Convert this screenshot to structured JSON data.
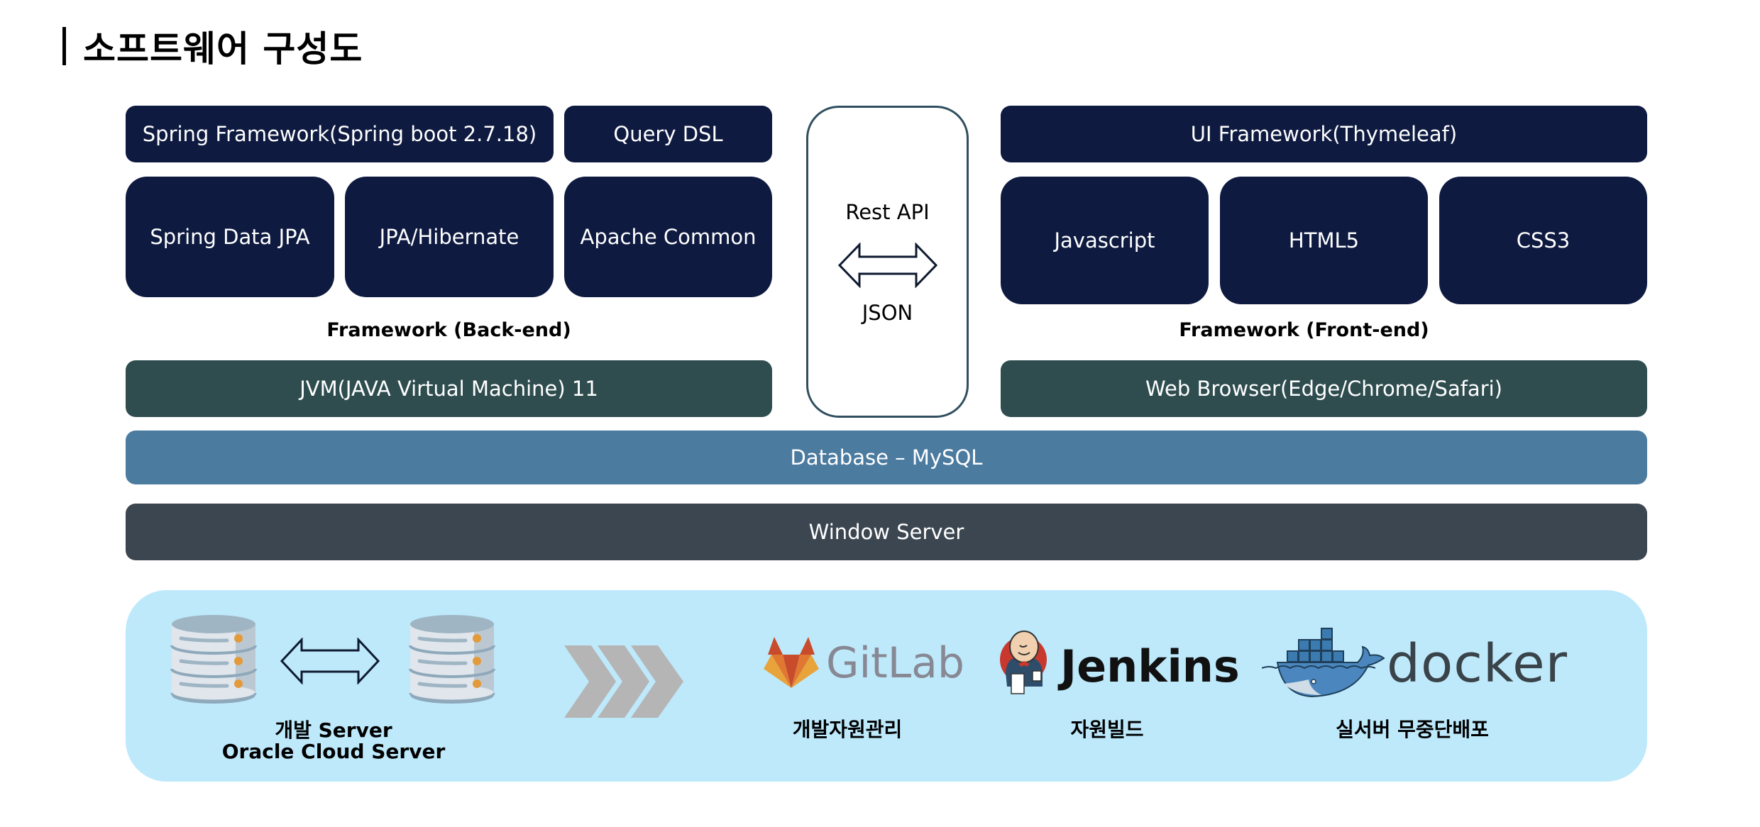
{
  "title": "소프트웨어 구성도",
  "backend": {
    "top_row": [
      "Spring Framework(Spring boot 2.7.18)",
      "Query DSL"
    ],
    "modules": [
      "Spring Data JPA",
      "JPA/Hibernate",
      "Apache Common"
    ],
    "label": "Framework (Back-end)",
    "runtime": "JVM(JAVA Virtual Machine) 11"
  },
  "api": {
    "top": "Rest API",
    "bottom": "JSON",
    "icon": "double-arrow-icon"
  },
  "frontend": {
    "top_row": [
      "UI Framework(Thymeleaf)"
    ],
    "modules": [
      "Javascript",
      "HTML5",
      "CSS3"
    ],
    "label": "Framework (Front-end)",
    "runtime": "Web Browser(Edge/Chrome/Safari)"
  },
  "database": "Database – MySQL",
  "server": "Window Server",
  "deploy": {
    "servers_label_line1": "개발 Server",
    "servers_label_line2": "Oracle Cloud Server",
    "tools": [
      {
        "name": "GitLab",
        "caption": "개발자원관리",
        "icon": "gitlab-logo"
      },
      {
        "name": "Jenkins",
        "caption": "자원빌드",
        "icon": "jenkins-logo"
      },
      {
        "name": "docker",
        "caption": "실서버 무중단배포",
        "icon": "docker-logo"
      }
    ]
  },
  "colors": {
    "navy": "#0e1a40",
    "teal": "#2f4d4f",
    "database_blue": "#4c7ba0",
    "server_slate": "#3c4650",
    "panel_lightblue": "#bde9fb",
    "chevron_gray": "#b5b5b5"
  }
}
